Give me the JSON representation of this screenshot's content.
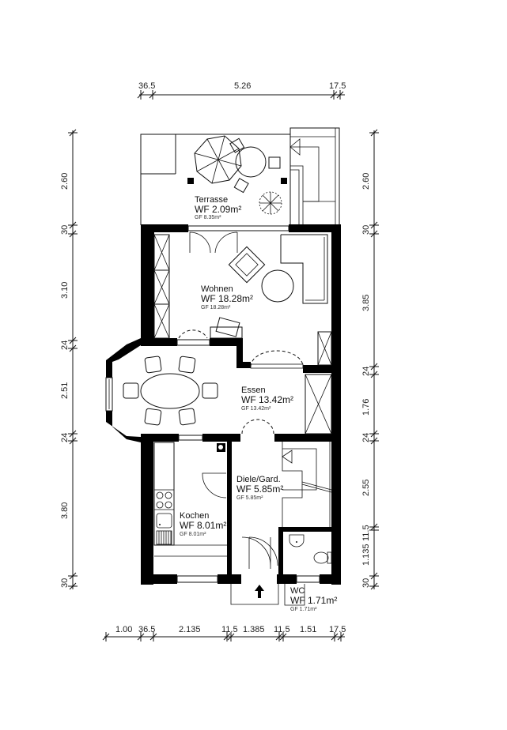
{
  "plan": {
    "dimensions_top": [
      "36.5",
      "5.26",
      "17.5"
    ],
    "dimensions_bottom": [
      "1.00",
      "36.5",
      "2.135",
      "11.5",
      "1.385",
      "11.5",
      "1.51",
      "17.5"
    ],
    "dimensions_left": [
      "2.60",
      "30",
      "3.10",
      "24",
      "2.51",
      "24",
      "3.80",
      "30"
    ],
    "dimensions_right": [
      "2.60",
      "30",
      "3.85",
      "24",
      "1.76",
      "24",
      "2.55",
      "11.5",
      "1.135",
      "30"
    ],
    "rooms": [
      {
        "name": "Terrasse",
        "wf": "WF 2.09m²",
        "gf": "GF 8.35m²"
      },
      {
        "name": "Wohnen",
        "wf": "WF 18.28m²",
        "gf": "GF 18.28m²"
      },
      {
        "name": "Essen",
        "wf": "WF 13.42m²",
        "gf": "GF 13.42m²"
      },
      {
        "name": "Kochen",
        "wf": "WF 8.01m²",
        "gf": "GF 8.01m²"
      },
      {
        "name": "Diele/Gard.",
        "wf": "WF 5.85m²",
        "gf": "GF 5.85m²"
      },
      {
        "name": "WC",
        "wf": "WF 1.71m²",
        "gf": "GF 1.71m²"
      }
    ]
  }
}
